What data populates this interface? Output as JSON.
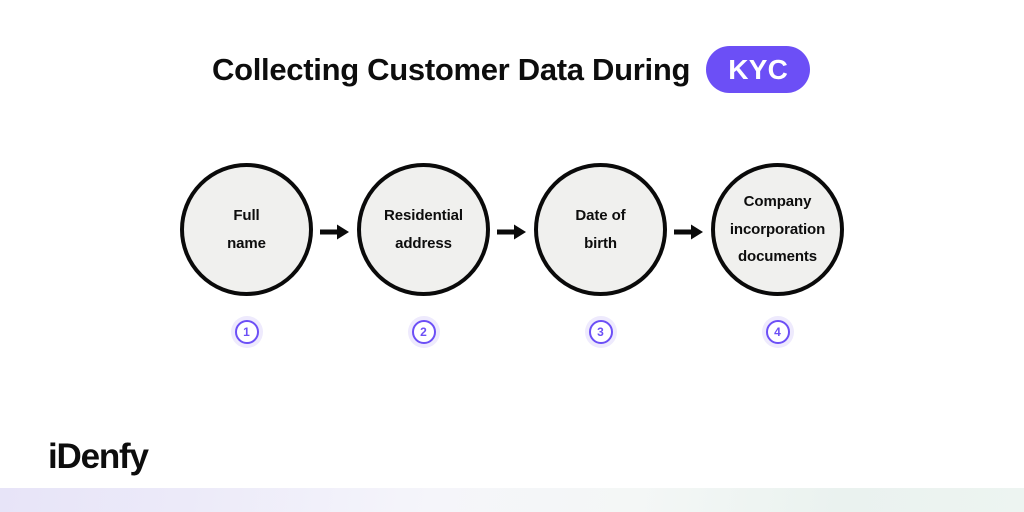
{
  "title": {
    "text": "Collecting Customer Data During",
    "badge_label": "KYC",
    "badge_color": "#6c4ff6"
  },
  "flow": {
    "steps": [
      {
        "number": "1",
        "label": "Full\nname",
        "line1": "Full",
        "line2": "name",
        "line3": ""
      },
      {
        "number": "2",
        "label": "Residential address",
        "line1": "Residential",
        "line2": "address",
        "line3": ""
      },
      {
        "number": "3",
        "label": "Date of birth",
        "line1": "Date of",
        "line2": "birth",
        "line3": ""
      },
      {
        "number": "4",
        "label": "Company incorporation documents",
        "line1": "Company",
        "line2": "incorporation",
        "line3": "documents"
      }
    ],
    "arrow_icon": "arrow-right-icon",
    "bubble_fill": "#f0f0ee",
    "bubble_stroke": "#0a0a0a",
    "badge_color": "#6c4ff6"
  },
  "footer": {
    "logo_text": "iDenfy"
  }
}
